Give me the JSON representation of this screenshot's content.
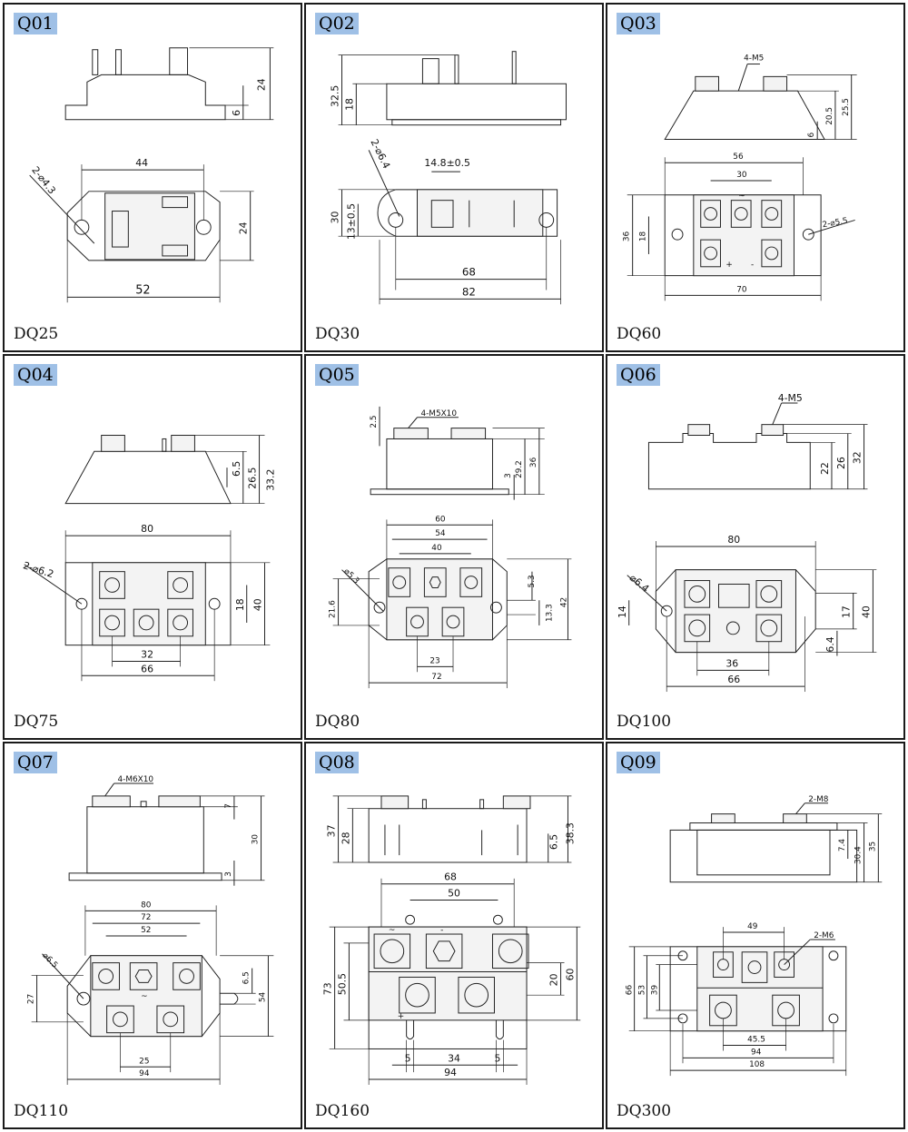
{
  "cells": [
    {
      "code": "Q01",
      "model": "DQ25",
      "dims": {
        "height_total": "24",
        "base": "6",
        "hole": "2-⌀4.3",
        "span": "44",
        "width_side": "24",
        "length": "52"
      }
    },
    {
      "code": "Q02",
      "model": "DQ30",
      "dims": {
        "height_total": "32.5",
        "body": "18",
        "hole": "2-⌀6.4",
        "terminal": "14.8±0.5",
        "width": "30",
        "offset": "13±0.5",
        "pitch": "68",
        "length": "82"
      }
    },
    {
      "code": "Q03",
      "model": "DQ60",
      "dims": {
        "screws": "4-M5",
        "h1": "25.5",
        "h2": "20.5",
        "base": "6",
        "span": "56",
        "pitch": "30",
        "width": "36",
        "half": "18",
        "hole": "2-⌀5.5",
        "length": "70",
        "plus": "+",
        "minus": "-",
        "ac": "~"
      }
    },
    {
      "code": "Q04",
      "model": "DQ75",
      "dims": {
        "h_base": "6.5",
        "h_body": "26.5",
        "h_total": "33.2",
        "length": "80",
        "hole": "2-⌀6.2",
        "half": "18",
        "width": "40",
        "pitch": "32",
        "span": "66"
      }
    },
    {
      "code": "Q05",
      "model": "DQ80",
      "dims": {
        "top": "2.5",
        "screws": "4-M5X10",
        "h_mid": "29.2",
        "h_total": "36",
        "base": "3",
        "l1": "60",
        "l2": "54",
        "l3": "40",
        "hole": "⌀5.3",
        "slot": "5.3",
        "offset": "21.6",
        "gap": "13.3",
        "width": "42",
        "pitch": "23",
        "length": "72"
      }
    },
    {
      "code": "Q06",
      "model": "DQ100",
      "dims": {
        "screws": "4-M5",
        "h1": "22",
        "h2": "26",
        "h3": "32",
        "length": "80",
        "hole": "⌀6.4",
        "offset": "14",
        "w1": "17",
        "width": "40",
        "slot": "6.4",
        "pitch": "36",
        "span": "66"
      }
    },
    {
      "code": "Q07",
      "model": "DQ110",
      "dims": {
        "screws": "4-M6X10",
        "top": "7",
        "height": "30",
        "base": "3",
        "l1": "80",
        "l2": "72",
        "l3": "52",
        "hole": "⌀6.5",
        "slot": "6.5",
        "offset": "27",
        "width": "54",
        "pitch": "25",
        "length": "94",
        "ac": "~"
      }
    },
    {
      "code": "Q08",
      "model": "DQ160",
      "dims": {
        "h_total": "37",
        "h_body": "28",
        "base": "6.5",
        "h_max": "38.3",
        "pitch_top": "68",
        "pitch_in": "50",
        "width": "73",
        "inner": "50.5",
        "w_small": "20",
        "w_big": "60",
        "tab_l": "5",
        "pitch_bot": "34",
        "tab_r": "5",
        "length": "94",
        "plus": "+",
        "minus": "-",
        "ac": "~"
      }
    },
    {
      "code": "Q09",
      "model": "DQ300",
      "dims": {
        "screws": "2-M8",
        "h1": "7.4",
        "h2": "30.4",
        "h3": "35",
        "pitch": "49",
        "screws2": "2-M6",
        "w1": "66",
        "w2": "53",
        "w3": "39",
        "p2": "45.5",
        "l1": "94",
        "l2": "108"
      }
    }
  ]
}
